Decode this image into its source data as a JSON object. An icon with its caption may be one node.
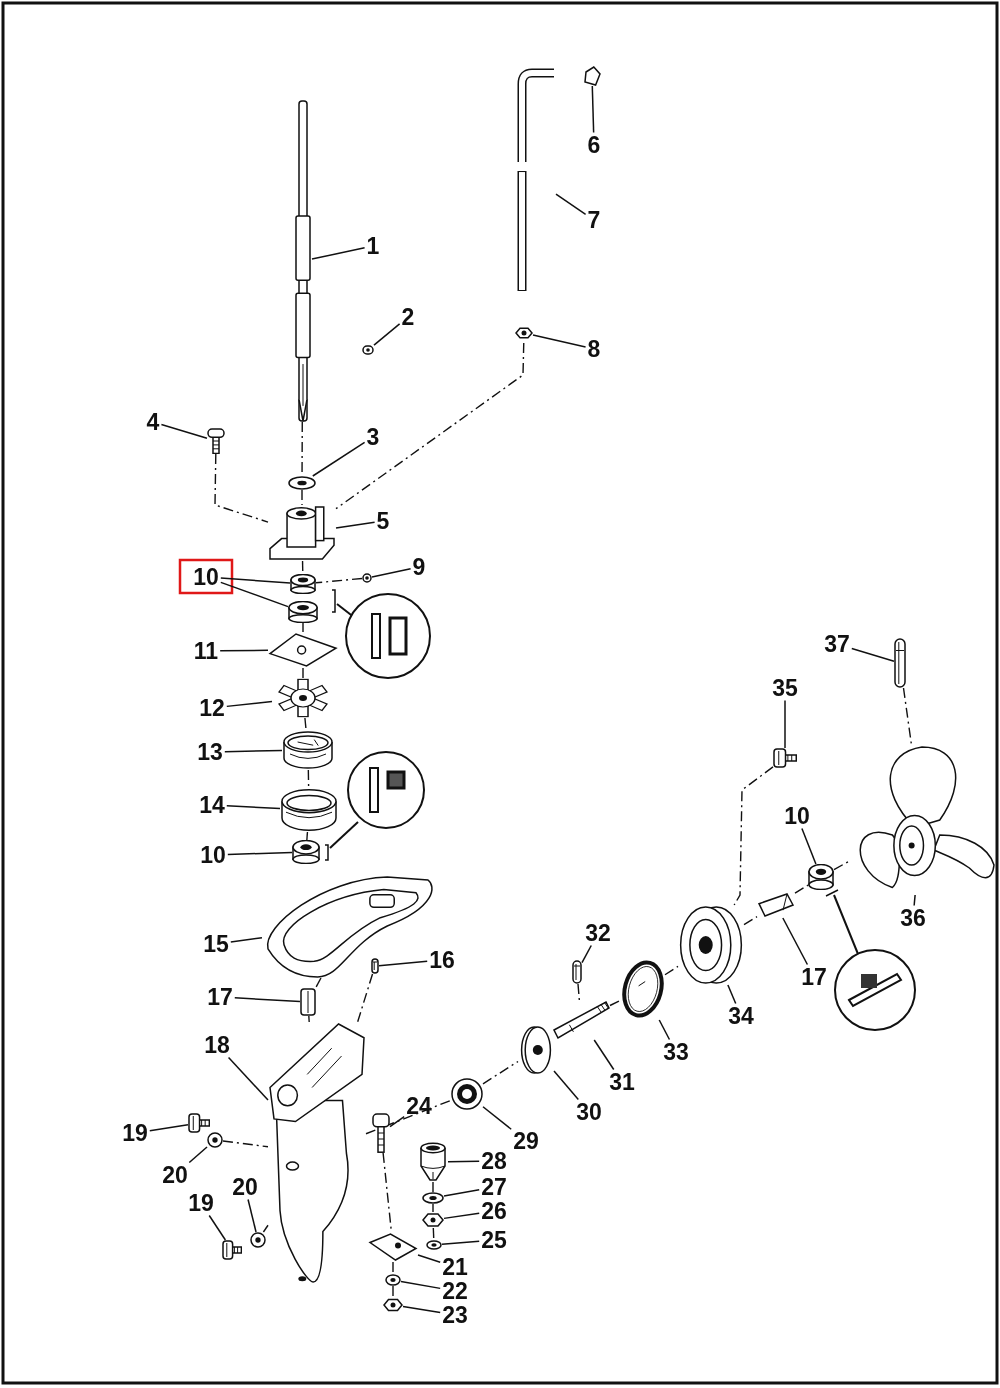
{
  "diagram": {
    "nodes": [
      {
        "text": [
          "1"
        ]
      },
      {
        "text": [],
        "shape": "picture"
      },
      {
        "text": [
          "2"
        ]
      },
      {
        "text": [],
        "shape": "picture"
      },
      {
        "text": [
          "3"
        ]
      },
      {
        "text": [],
        "shape": "picture"
      },
      {
        "text": [
          "4"
        ]
      },
      {
        "text": [],
        "shape": "picture"
      },
      {
        "text": [
          "5"
        ]
      },
      {
        "text": [],
        "shape": "picture"
      },
      {
        "text": [
          "6"
        ]
      },
      {
        "text": [],
        "shape": "picture"
      },
      {
        "text": [
          "7"
        ]
      },
      {
        "text": [],
        "shape": "picture"
      },
      {
        "text": [
          "8"
        ]
      },
      {
        "text": [],
        "shape": "picture"
      },
      {
        "text": [
          "9"
        ]
      },
      {
        "text": [],
        "shape": "picture"
      },
      {
        "text": [
          "10"
        ]
      },
      {
        "text": [],
        "shape": "picture"
      },
      {
        "text": [],
        "shape": "picture"
      },
      {
        "text": [
          "11"
        ]
      },
      {
        "text": [],
        "shape": "picture"
      },
      {
        "text": [
          "12"
        ]
      },
      {
        "text": [],
        "shape": "picture"
      },
      {
        "text": [
          "13"
        ]
      },
      {
        "text": [],
        "shape": "picture"
      },
      {
        "text": [
          "14"
        ]
      },
      {
        "text": [],
        "shape": "picture"
      },
      {
        "text": [
          "10"
        ]
      },
      {
        "text": [],
        "shape": "picture"
      },
      {
        "text": [
          "15"
        ]
      },
      {
        "text": [],
        "shape": "picture"
      },
      {
        "text": [
          "16"
        ]
      },
      {
        "text": [],
        "shape": "picture"
      },
      {
        "text": [
          "17"
        ]
      },
      {
        "text": [],
        "shape": "picture"
      },
      {
        "text": [
          "18"
        ]
      },
      {
        "text": [],
        "shape": "picture"
      },
      {
        "text": [
          "19"
        ]
      },
      {
        "text": [],
        "shape": "picture"
      },
      {
        "text": [
          "20"
        ]
      },
      {
        "text": [],
        "shape": "picture"
      },
      {
        "text": [
          "19"
        ]
      },
      {
        "text": [],
        "shape": "picture"
      },
      {
        "text": [
          "20"
        ]
      },
      {
        "text": [],
        "shape": "picture"
      },
      {
        "text": [
          "24"
        ]
      },
      {
        "text": [],
        "shape": "picture"
      },
      {
        "text": [
          "28"
        ]
      },
      {
        "text": [],
        "shape": "picture"
      },
      {
        "text": [
          "27"
        ]
      },
      {
        "text": [],
        "shape": "picture"
      },
      {
        "text": [
          "26"
        ]
      },
      {
        "text": [],
        "shape": "picture"
      },
      {
        "text": [
          "25"
        ]
      },
      {
        "text": [],
        "shape": "picture"
      },
      {
        "text": [
          "21"
        ]
      },
      {
        "text": [],
        "shape": "picture"
      },
      {
        "text": [
          "22"
        ]
      },
      {
        "text": [],
        "shape": "picture"
      },
      {
        "text": [
          "23"
        ]
      },
      {
        "text": [],
        "shape": "picture"
      },
      {
        "text": [
          "29"
        ]
      },
      {
        "text": [],
        "shape": "picture"
      },
      {
        "text": [
          "30"
        ]
      },
      {
        "text": [],
        "shape": "picture"
      },
      {
        "text": [
          "31"
        ]
      },
      {
        "text": [],
        "shape": "picture"
      },
      {
        "text": [
          "32"
        ]
      },
      {
        "text": [],
        "shape": "picture"
      },
      {
        "text": [
          "33"
        ]
      },
      {
        "text": [],
        "shape": "picture"
      },
      {
        "text": [
          "34"
        ]
      },
      {
        "text": [],
        "shape": "picture"
      },
      {
        "text": [
          "35"
        ]
      },
      {
        "text": [],
        "shape": "picture"
      },
      {
        "text": [
          "10"
        ]
      },
      {
        "text": [],
        "shape": "picture"
      },
      {
        "text": [
          "17"
        ]
      },
      {
        "text": [],
        "shape": "picture"
      },
      {
        "text": [
          "36"
        ]
      },
      {
        "text": [],
        "shape": "picture"
      },
      {
        "text": [
          "37"
        ]
      },
      {
        "text": [],
        "shape": "picture"
      }
    ],
    "edges": [
      {
        "from": 0,
        "to": 1,
        "arrow": "none"
      },
      {
        "from": 2,
        "to": 3,
        "arrow": "none"
      },
      {
        "from": 4,
        "to": 5,
        "arrow": "none"
      },
      {
        "from": 6,
        "to": 7,
        "arrow": "none"
      },
      {
        "from": 8,
        "to": 9,
        "arrow": "none"
      },
      {
        "from": 10,
        "to": 11,
        "arrow": "none"
      },
      {
        "from": 12,
        "to": 13,
        "arrow": "none"
      },
      {
        "from": 14,
        "to": 15,
        "arrow": "none"
      },
      {
        "from": 16,
        "to": 17,
        "arrow": "none"
      },
      {
        "from": 18,
        "to": 19,
        "arrow": "none"
      },
      {
        "from": 18,
        "to": 20,
        "arrow": "none"
      },
      {
        "from": 21,
        "to": 22,
        "arrow": "none"
      },
      {
        "from": 23,
        "to": 24,
        "arrow": "none"
      },
      {
        "from": 25,
        "to": 26,
        "arrow": "none"
      },
      {
        "from": 27,
        "to": 28,
        "arrow": "none"
      },
      {
        "from": 29,
        "to": 30,
        "arrow": "none"
      },
      {
        "from": 31,
        "to": 32,
        "arrow": "none"
      },
      {
        "from": 33,
        "to": 34,
        "arrow": "none"
      },
      {
        "from": 35,
        "to": 36,
        "arrow": "none"
      },
      {
        "from": 37,
        "to": 38,
        "arrow": "none"
      },
      {
        "from": 39,
        "to": 40,
        "arrow": "none"
      },
      {
        "from": 41,
        "to": 42,
        "arrow": "none"
      },
      {
        "from": 43,
        "to": 44,
        "arrow": "none"
      },
      {
        "from": 45,
        "to": 46,
        "arrow": "none"
      },
      {
        "from": 47,
        "to": 48,
        "arrow": "none"
      },
      {
        "from": 49,
        "to": 50,
        "arrow": "none"
      },
      {
        "from": 51,
        "to": 52,
        "arrow": "none"
      },
      {
        "from": 53,
        "to": 54,
        "arrow": "none"
      },
      {
        "from": 55,
        "to": 56,
        "arrow": "none"
      },
      {
        "from": 57,
        "to": 58,
        "arrow": "none"
      },
      {
        "from": 59,
        "to": 60,
        "arrow": "none"
      },
      {
        "from": 61,
        "to": 62,
        "arrow": "none"
      },
      {
        "from": 63,
        "to": 64,
        "arrow": "none"
      },
      {
        "from": 65,
        "to": 66,
        "arrow": "none"
      },
      {
        "from": 67,
        "to": 68,
        "arrow": "none"
      },
      {
        "from": 69,
        "to": 70,
        "arrow": "none"
      },
      {
        "from": 71,
        "to": 72,
        "arrow": "none"
      },
      {
        "from": 73,
        "to": 74,
        "arrow": "none"
      },
      {
        "from": 75,
        "to": 76,
        "arrow": "none"
      },
      {
        "from": 77,
        "to": 78,
        "arrow": "none"
      },
      {
        "from": 79,
        "to": 80,
        "arrow": "none"
      },
      {
        "from": 81,
        "to": 82,
        "arrow": "none"
      },
      {
        "from": 83,
        "to": 84,
        "arrow": "none"
      },
      {
        "from": 1,
        "to": 5,
        "arrow": "none",
        "style": "dashed"
      },
      {
        "from": 5,
        "to": 9,
        "arrow": "none",
        "style": "dashed"
      },
      {
        "from": 7,
        "to": 9,
        "arrow": "none",
        "style": "dashed"
      },
      {
        "from": 15,
        "to": 9,
        "arrow": "none",
        "style": "dashed"
      },
      {
        "from": 17,
        "to": 19,
        "arrow": "none",
        "style": "dashed"
      },
      {
        "from": 9,
        "to": 19,
        "arrow": "none",
        "style": "dashed"
      },
      {
        "from": 20,
        "to": 22,
        "arrow": "none",
        "style": "dashed"
      },
      {
        "from": 22,
        "to": 24,
        "arrow": "none",
        "style": "dashed"
      },
      {
        "from": 24,
        "to": 26,
        "arrow": "none",
        "style": "dashed"
      },
      {
        "from": 26,
        "to": 28,
        "arrow": "none",
        "style": "dashed"
      },
      {
        "from": 28,
        "to": 30,
        "arrow": "none",
        "style": "dashed"
      },
      {
        "from": 32,
        "to": 36,
        "arrow": "none",
        "style": "dashed"
      },
      {
        "from": 36,
        "to": 38,
        "arrow": "none",
        "style": "dashed"
      },
      {
        "from": 34,
        "to": 38,
        "arrow": "none",
        "style": "dashed"
      },
      {
        "from": 42,
        "to": 38,
        "arrow": "none",
        "style": "dashed"
      },
      {
        "from": 46,
        "to": 38,
        "arrow": "none",
        "style": "dashed"
      },
      {
        "from": 38,
        "to": 64,
        "arrow": "none",
        "style": "dashed"
      },
      {
        "from": 64,
        "to": 66,
        "arrow": "none",
        "style": "dashed"
      },
      {
        "from": 68,
        "to": 72,
        "arrow": "none",
        "style": "dashed"
      },
      {
        "from": 70,
        "to": 68,
        "arrow": "none",
        "style": "dashed"
      },
      {
        "from": 72,
        "to": 74,
        "arrow": "none",
        "style": "dashed"
      },
      {
        "from": 74,
        "to": 80,
        "arrow": "none",
        "style": "dashed"
      },
      {
        "from": 80,
        "to": 78,
        "arrow": "none",
        "style": "dashed"
      },
      {
        "from": 78,
        "to": 82,
        "arrow": "none",
        "style": "dashed"
      },
      {
        "from": 48,
        "to": 58,
        "arrow": "none",
        "style": "dashed"
      },
      {
        "from": 58,
        "to": 60,
        "arrow": "none",
        "style": "dashed"
      },
      {
        "from": 60,
        "to": 62,
        "arrow": "none",
        "style": "dashed"
      },
      {
        "from": 50,
        "to": 52,
        "arrow": "none",
        "style": "dashed"
      },
      {
        "from": 52,
        "to": 54,
        "arrow": "none",
        "style": "dashed"
      },
      {
        "from": 54,
        "to": 56,
        "arrow": "none",
        "style": "dashed"
      },
      {
        "from": 76,
        "to": 74,
        "arrow": "none",
        "style": "dashed"
      },
      {
        "from": 84,
        "to": 82,
        "arrow": "none",
        "style": "dashed"
      }
    ]
  }
}
